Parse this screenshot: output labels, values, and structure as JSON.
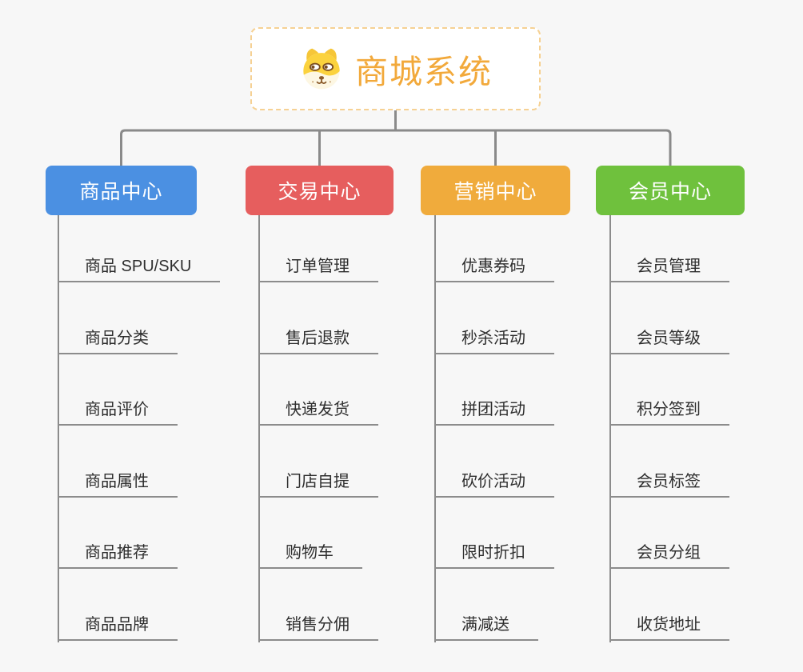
{
  "canvas": {
    "background": "#f7f7f7",
    "connector_color": "#8a8a8a"
  },
  "root": {
    "title": "商城系统",
    "title_color": "#f2a93b",
    "icon": "shiba-dog-icon",
    "border_color": "#f6d193"
  },
  "branches": [
    {
      "label": "商品中心",
      "color": "#4b90e2",
      "items": [
        "商品 SPU/SKU",
        "商品分类",
        "商品评价",
        "商品属性",
        "商品推荐",
        "商品品牌"
      ]
    },
    {
      "label": "交易中心",
      "color": "#e65e5e",
      "items": [
        "订单管理",
        "售后退款",
        "快递发货",
        "门店自提",
        "购物车",
        "销售分佣"
      ]
    },
    {
      "label": "营销中心",
      "color": "#f0ab3c",
      "items": [
        "优惠券码",
        "秒杀活动",
        "拼团活动",
        "砍价活动",
        "限时折扣",
        "满减送"
      ]
    },
    {
      "label": "会员中心",
      "color": "#6fc13d",
      "items": [
        "会员管理",
        "会员等级",
        "积分签到",
        "会员标签",
        "会员分组",
        "收货地址"
      ]
    }
  ]
}
